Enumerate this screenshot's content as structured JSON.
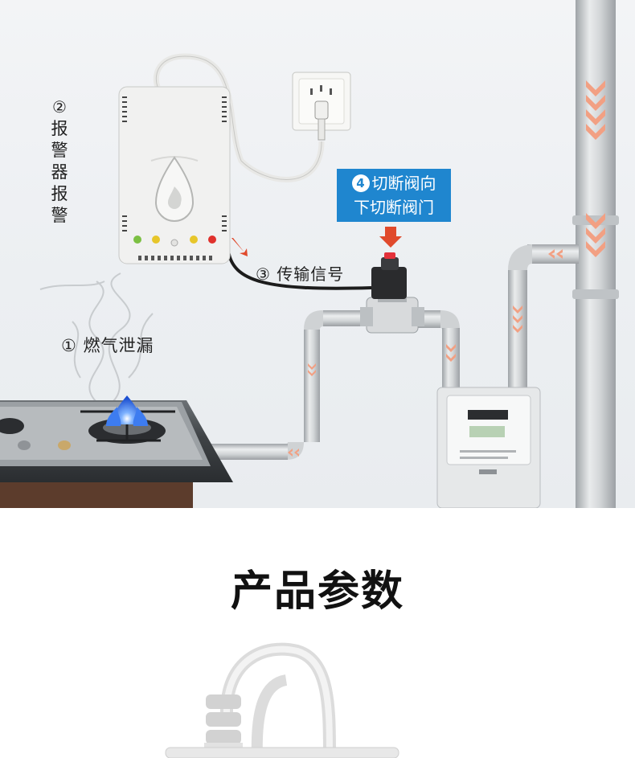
{
  "steps": {
    "leak": {
      "number": "①",
      "text": "燃气泄漏"
    },
    "alarm": {
      "number": "②",
      "chars": [
        "报",
        "警",
        "器",
        "报",
        "警"
      ]
    },
    "signal": {
      "number": "③",
      "text": "传输信号"
    },
    "valve": {
      "number": "4",
      "line1": "切断阀向",
      "line2": "下切断阀门"
    }
  },
  "section": {
    "title": "产品参数"
  },
  "colors": {
    "callout": "#1f86cf",
    "pipe": "#c9ccce",
    "arrows": "#f3a184",
    "flame": "#2f6fe0"
  },
  "icons": [
    "flame-icon",
    "power-socket-icon",
    "down-arrow-icon",
    "flow-chevron-icon"
  ]
}
